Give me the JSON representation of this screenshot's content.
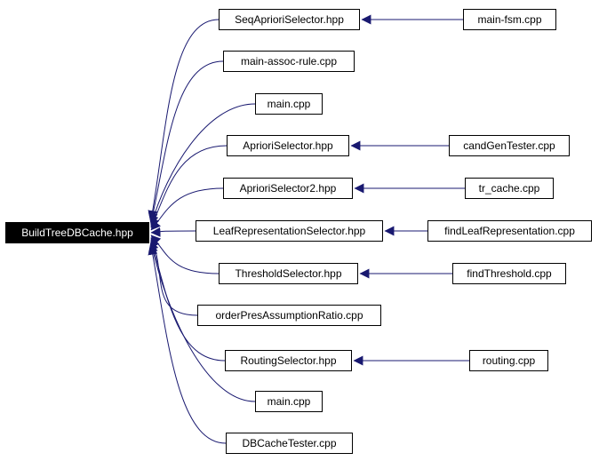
{
  "colors": {
    "edge": "#191970",
    "root_fill": "#000000",
    "root_text": "#ffffff",
    "node_border": "#000000"
  },
  "root": {
    "label": "BuildTreeDBCache.hpp"
  },
  "nodes": {
    "seq_apriori_selector": {
      "label": "SeqAprioriSelector.hpp"
    },
    "main_assoc_rule": {
      "label": "main-assoc-rule.cpp"
    },
    "main_cpp_1": {
      "label": "main.cpp"
    },
    "apriori_selector": {
      "label": "AprioriSelector.hpp"
    },
    "apriori_selector2": {
      "label": "AprioriSelector2.hpp"
    },
    "leaf_representation_selector": {
      "label": "LeafRepresentationSelector.hpp"
    },
    "threshold_selector": {
      "label": "ThresholdSelector.hpp"
    },
    "order_pres_assumption_ratio": {
      "label": "orderPresAssumptionRatio.cpp"
    },
    "routing_selector": {
      "label": "RoutingSelector.hpp"
    },
    "main_cpp_2": {
      "label": "main.cpp"
    },
    "dbcache_tester": {
      "label": "DBCacheTester.cpp"
    },
    "main_fsm": {
      "label": "main-fsm.cpp"
    },
    "cand_gen_tester": {
      "label": "candGenTester.cpp"
    },
    "tr_cache": {
      "label": "tr_cache.cpp"
    },
    "find_leaf_representation": {
      "label": "findLeafRepresentation.cpp"
    },
    "find_threshold": {
      "label": "findThreshold.cpp"
    },
    "routing_cpp": {
      "label": "routing.cpp"
    }
  },
  "edges": [
    {
      "from": "seq_apriori_selector",
      "to": "root"
    },
    {
      "from": "main_assoc_rule",
      "to": "root"
    },
    {
      "from": "main_cpp_1",
      "to": "root"
    },
    {
      "from": "apriori_selector",
      "to": "root"
    },
    {
      "from": "apriori_selector2",
      "to": "root"
    },
    {
      "from": "leaf_representation_selector",
      "to": "root"
    },
    {
      "from": "threshold_selector",
      "to": "root"
    },
    {
      "from": "order_pres_assumption_ratio",
      "to": "root"
    },
    {
      "from": "routing_selector",
      "to": "root"
    },
    {
      "from": "main_cpp_2",
      "to": "root"
    },
    {
      "from": "dbcache_tester",
      "to": "root"
    },
    {
      "from": "main_fsm",
      "to": "seq_apriori_selector"
    },
    {
      "from": "cand_gen_tester",
      "to": "apriori_selector"
    },
    {
      "from": "tr_cache",
      "to": "apriori_selector2"
    },
    {
      "from": "find_leaf_representation",
      "to": "leaf_representation_selector"
    },
    {
      "from": "find_threshold",
      "to": "threshold_selector"
    },
    {
      "from": "routing_cpp",
      "to": "routing_selector"
    }
  ]
}
